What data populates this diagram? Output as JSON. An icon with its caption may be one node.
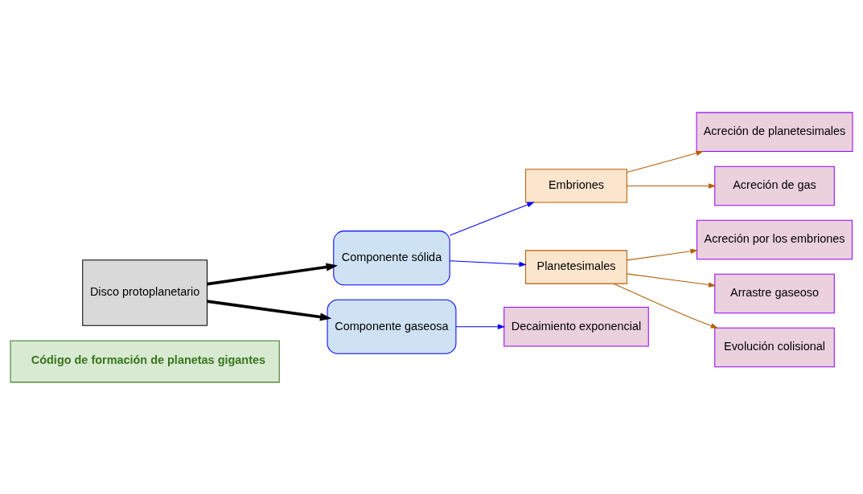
{
  "diagram": {
    "nodes": [
      {
        "text": [
          "Código de formación de planetas gigantes"
        ]
      },
      {
        "text": [
          "Disco protoplanetario"
        ]
      },
      {
        "text": [
          "Componente sólida"
        ]
      },
      {
        "text": [
          "Componente gaseosa"
        ]
      },
      {
        "text": [
          "Embriones"
        ]
      },
      {
        "text": [
          "Planetesimales"
        ]
      },
      {
        "text": [
          "Acreción de planetesimales"
        ]
      },
      {
        "text": [
          "Acreción de gas"
        ]
      },
      {
        "text": [
          "Acreción por los embriones"
        ]
      },
      {
        "text": [
          "Arrastre gaseoso"
        ]
      },
      {
        "text": [
          "Evolución colisional"
        ]
      },
      {
        "text": [
          "Decaimiento exponencial"
        ]
      }
    ],
    "edges": [
      {
        "from": 1,
        "to": 2,
        "arrow": "to",
        "color": "#000000",
        "style": "thick"
      },
      {
        "from": 1,
        "to": 3,
        "arrow": "to",
        "color": "#000000",
        "style": "thick"
      },
      {
        "from": 2,
        "to": 4,
        "arrow": "to",
        "color": "#0000ff"
      },
      {
        "from": 2,
        "to": 5,
        "arrow": "to",
        "color": "#0000ff"
      },
      {
        "from": 4,
        "to": 6,
        "arrow": "to"
      },
      {
        "from": 4,
        "to": 7,
        "arrow": "to"
      },
      {
        "from": 5,
        "to": 8,
        "arrow": "to"
      },
      {
        "from": 5,
        "to": 9,
        "arrow": "to"
      },
      {
        "from": 5,
        "to": 10,
        "arrow": "to"
      },
      {
        "from": 3,
        "to": 11,
        "arrow": "to",
        "color": "#0000ff"
      }
    ]
  }
}
